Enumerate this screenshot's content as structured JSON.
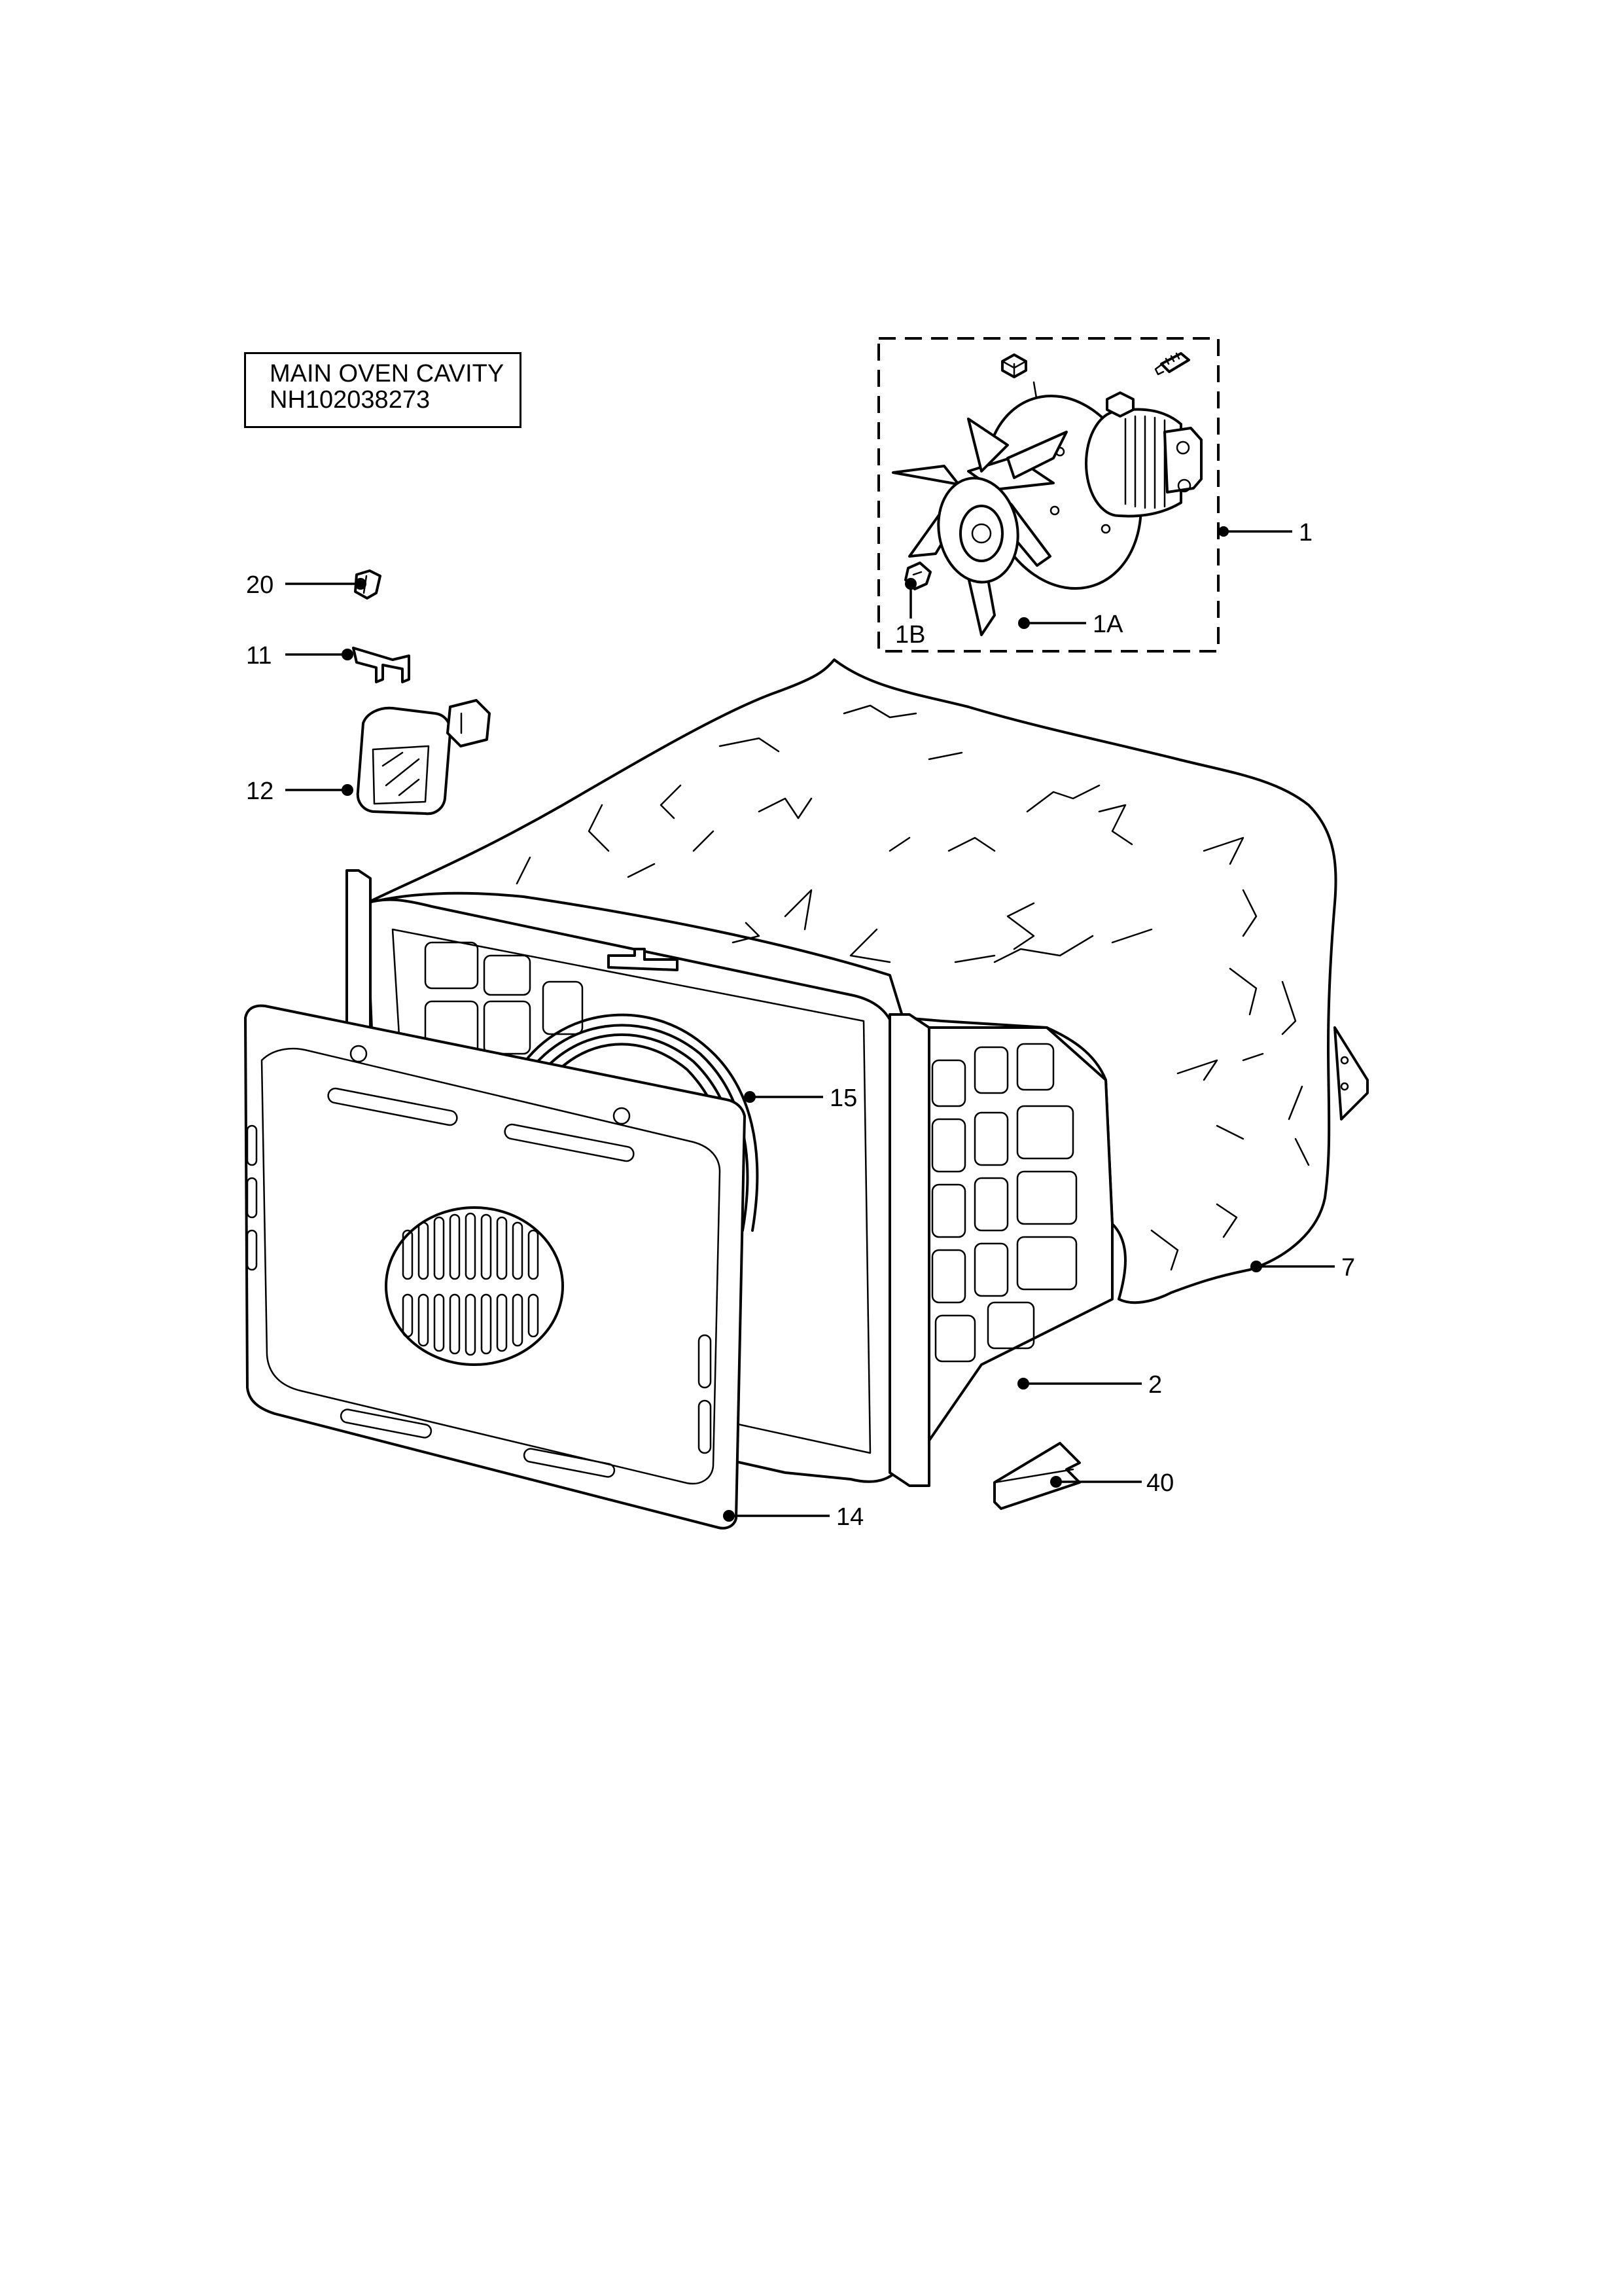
{
  "title": {
    "line1": "MAIN OVEN CAVITY",
    "line2": "NH102038273"
  },
  "callouts": [
    {
      "id": "c1",
      "label": "1"
    },
    {
      "id": "c1a",
      "label": "1A"
    },
    {
      "id": "c1b",
      "label": "1B"
    },
    {
      "id": "c20",
      "label": "20"
    },
    {
      "id": "c11",
      "label": "11"
    },
    {
      "id": "c12",
      "label": "12"
    },
    {
      "id": "c15",
      "label": "15"
    },
    {
      "id": "c7",
      "label": "7"
    },
    {
      "id": "c2",
      "label": "2"
    },
    {
      "id": "c40",
      "label": "40"
    },
    {
      "id": "c14",
      "label": "14"
    }
  ]
}
